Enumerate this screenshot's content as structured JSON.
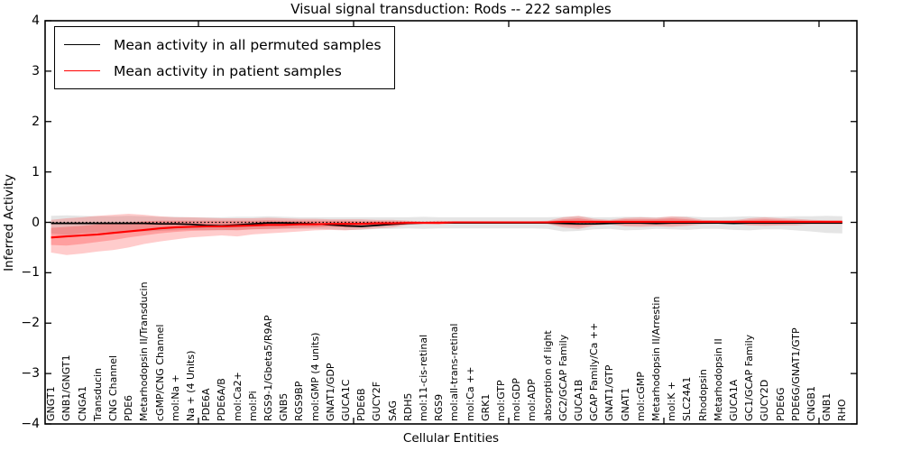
{
  "chart_data": {
    "type": "line",
    "title": "Visual signal transduction: Rods -- 222 samples",
    "xlabel": "Cellular Entities",
    "ylabel": "Inferred Activity",
    "ylim": [
      -4,
      4
    ],
    "yticks": [
      4,
      3,
      2,
      1,
      0,
      -1,
      -2,
      -3,
      -4
    ],
    "xticks": [
      0,
      10,
      20,
      30,
      40,
      50
    ],
    "grid": false,
    "legend_position": "upper left",
    "frame_color": "#000000",
    "categories": [
      "GNGT1",
      "GNB1/GNGT1",
      "CNGA1",
      "Transducin",
      "CNG Channel",
      "PDE6",
      "Metarhodopsin II/Transducin",
      "cGMP/CNG Channel",
      "mol:Na +",
      "Na + (4 Units)",
      "PDE6A",
      "PDE6A/B",
      "mol:Ca2+",
      "mol:Pi",
      "RGS9-1/Gbeta5/R9AP",
      "GNB5",
      "RGS9BP",
      "mol:GMP (4 units)",
      "GNAT1/GDP",
      "GUCA1C",
      "PDE6B",
      "GUCY2F",
      "SAG",
      "RDH5",
      "mol:11-cis-retinal",
      "RGS9",
      "mol:all-trans-retinal",
      "mol:Ca ++",
      "GRK1",
      "mol:GTP",
      "mol:GDP",
      "mol:ADP",
      "absorption of light",
      "GC2/GCAP Family",
      "GUCA1B",
      "GCAP Family/Ca ++",
      "GNAT1/GTP",
      "GNAT1",
      "mol:cGMP",
      "Metarhodopsin II/Arrestin",
      "mol:K +",
      "SLC24A1",
      "Rhodopsin",
      "Metarhodopsin II",
      "GUCA1A",
      "GC1/GCAP Family",
      "GUCY2D",
      "PDE6G",
      "PDE6G/GNAT1/GTP",
      "CNGB1",
      "GNB1",
      "RHO"
    ],
    "series": [
      {
        "name": "Mean activity in all permuted samples",
        "color": "#000000",
        "style": "solid",
        "values": [
          -0.02,
          -0.02,
          -0.02,
          -0.02,
          -0.02,
          -0.02,
          -0.02,
          -0.03,
          -0.03,
          -0.04,
          -0.06,
          -0.07,
          -0.05,
          -0.03,
          -0.01,
          -0.01,
          -0.02,
          -0.03,
          -0.05,
          -0.07,
          -0.08,
          -0.06,
          -0.04,
          -0.02,
          -0.01,
          -0.01,
          -0.01,
          -0.01,
          -0.01,
          -0.01,
          -0.01,
          -0.01,
          -0.01,
          -0.02,
          -0.03,
          -0.03,
          -0.02,
          -0.01,
          -0.01,
          -0.02,
          -0.01,
          -0.01,
          -0.01,
          -0.01,
          -0.02,
          -0.01,
          -0.01,
          -0.01,
          -0.01,
          -0.01,
          -0.01,
          -0.01
        ]
      },
      {
        "name": "Mean activity in patient samples",
        "color": "#ff0000",
        "style": "solid",
        "values": [
          -0.3,
          -0.28,
          -0.26,
          -0.24,
          -0.21,
          -0.18,
          -0.15,
          -0.12,
          -0.1,
          -0.09,
          -0.08,
          -0.08,
          -0.07,
          -0.06,
          -0.05,
          -0.05,
          -0.04,
          -0.04,
          -0.03,
          -0.03,
          -0.03,
          -0.02,
          -0.02,
          -0.01,
          -0.01,
          -0.01,
          0.0,
          0.0,
          0.0,
          0.0,
          0.0,
          0.0,
          0.0,
          0.01,
          0.01,
          0.01,
          0.01,
          0.01,
          0.01,
          0.01,
          0.01,
          0.01,
          0.01,
          0.01,
          0.01,
          0.01,
          0.01,
          0.01,
          0.01,
          0.01,
          0.01,
          0.01
        ]
      }
    ],
    "bands": [
      {
        "name": "permuted-samples-range",
        "color": "#000000",
        "alpha": 0.1,
        "lower": [
          -0.22,
          -0.25,
          -0.22,
          -0.2,
          -0.19,
          -0.18,
          -0.18,
          -0.17,
          -0.16,
          -0.15,
          -0.16,
          -0.16,
          -0.15,
          -0.14,
          -0.14,
          -0.13,
          -0.13,
          -0.13,
          -0.14,
          -0.15,
          -0.15,
          -0.13,
          -0.13,
          -0.12,
          -0.13,
          -0.12,
          -0.12,
          -0.12,
          -0.12,
          -0.12,
          -0.12,
          -0.12,
          -0.13,
          -0.18,
          -0.17,
          -0.14,
          -0.13,
          -0.16,
          -0.15,
          -0.13,
          -0.14,
          -0.15,
          -0.13,
          -0.13,
          -0.15,
          -0.16,
          -0.14,
          -0.14,
          -0.16,
          -0.18,
          -0.21,
          -0.22
        ],
        "upper": [
          0.13,
          0.14,
          0.13,
          0.12,
          0.12,
          0.13,
          0.12,
          0.11,
          0.11,
          0.1,
          0.1,
          0.1,
          0.11,
          0.11,
          0.12,
          0.11,
          0.1,
          0.1,
          0.1,
          0.1,
          0.1,
          0.1,
          0.1,
          0.1,
          0.11,
          0.1,
          0.1,
          0.1,
          0.1,
          0.1,
          0.1,
          0.1,
          0.1,
          0.11,
          0.12,
          0.1,
          0.1,
          0.11,
          0.11,
          0.1,
          0.11,
          0.12,
          0.1,
          0.1,
          0.11,
          0.12,
          0.11,
          0.11,
          0.12,
          0.12,
          0.13,
          0.12
        ]
      },
      {
        "name": "patient-samples-outer-range",
        "color": "#ff0000",
        "alpha": 0.2,
        "lower": [
          -0.6,
          -0.65,
          -0.62,
          -0.58,
          -0.55,
          -0.5,
          -0.43,
          -0.38,
          -0.34,
          -0.3,
          -0.28,
          -0.26,
          -0.28,
          -0.24,
          -0.22,
          -0.2,
          -0.18,
          -0.16,
          -0.15,
          -0.16,
          -0.14,
          -0.12,
          -0.1,
          -0.05,
          -0.03,
          -0.04,
          -0.02,
          -0.02,
          -0.02,
          -0.02,
          -0.02,
          -0.02,
          -0.03,
          -0.1,
          -0.13,
          -0.07,
          -0.04,
          -0.08,
          -0.09,
          -0.08,
          -0.09,
          -0.07,
          -0.04,
          -0.03,
          -0.03,
          -0.06,
          -0.07,
          -0.06,
          -0.06,
          -0.04,
          -0.04,
          -0.04
        ],
        "upper": [
          0.05,
          0.08,
          0.1,
          0.13,
          0.15,
          0.17,
          0.15,
          0.12,
          0.1,
          0.1,
          0.09,
          0.08,
          0.08,
          0.08,
          0.09,
          0.08,
          0.07,
          0.07,
          0.06,
          0.06,
          0.06,
          0.05,
          0.05,
          0.03,
          0.02,
          0.03,
          0.02,
          0.02,
          0.02,
          0.02,
          0.02,
          0.02,
          0.03,
          0.1,
          0.13,
          0.07,
          0.05,
          0.09,
          0.1,
          0.09,
          0.12,
          0.1,
          0.05,
          0.04,
          0.04,
          0.08,
          0.1,
          0.08,
          0.07,
          0.05,
          0.04,
          0.04
        ]
      },
      {
        "name": "patient-samples-inner-range",
        "color": "#ff0000",
        "alpha": 0.22,
        "lower": [
          -0.45,
          -0.46,
          -0.43,
          -0.39,
          -0.35,
          -0.3,
          -0.26,
          -0.22,
          -0.19,
          -0.17,
          -0.16,
          -0.15,
          -0.16,
          -0.14,
          -0.13,
          -0.12,
          -0.11,
          -0.1,
          -0.09,
          -0.1,
          -0.09,
          -0.07,
          -0.06,
          -0.03,
          -0.02,
          -0.02,
          -0.01,
          -0.01,
          -0.01,
          -0.01,
          -0.01,
          -0.01,
          -0.02,
          -0.06,
          -0.08,
          -0.04,
          -0.02,
          -0.05,
          -0.05,
          -0.05,
          -0.05,
          -0.04,
          -0.02,
          -0.02,
          -0.02,
          -0.04,
          -0.04,
          -0.04,
          -0.03,
          -0.02,
          -0.02,
          -0.02
        ],
        "upper": [
          -0.11,
          -0.09,
          -0.07,
          -0.04,
          -0.02,
          0.0,
          0.02,
          0.03,
          0.03,
          0.03,
          0.03,
          0.03,
          0.03,
          0.03,
          0.04,
          0.03,
          0.03,
          0.03,
          0.03,
          0.03,
          0.02,
          0.02,
          0.02,
          0.02,
          0.01,
          0.02,
          0.01,
          0.01,
          0.01,
          0.01,
          0.01,
          0.01,
          0.02,
          0.06,
          0.08,
          0.04,
          0.03,
          0.06,
          0.06,
          0.06,
          0.08,
          0.06,
          0.03,
          0.03,
          0.03,
          0.05,
          0.06,
          0.05,
          0.04,
          0.03,
          0.03,
          0.03
        ]
      }
    ],
    "reference_line": {
      "y": 0,
      "style": "dotted",
      "color": "#000000"
    }
  }
}
